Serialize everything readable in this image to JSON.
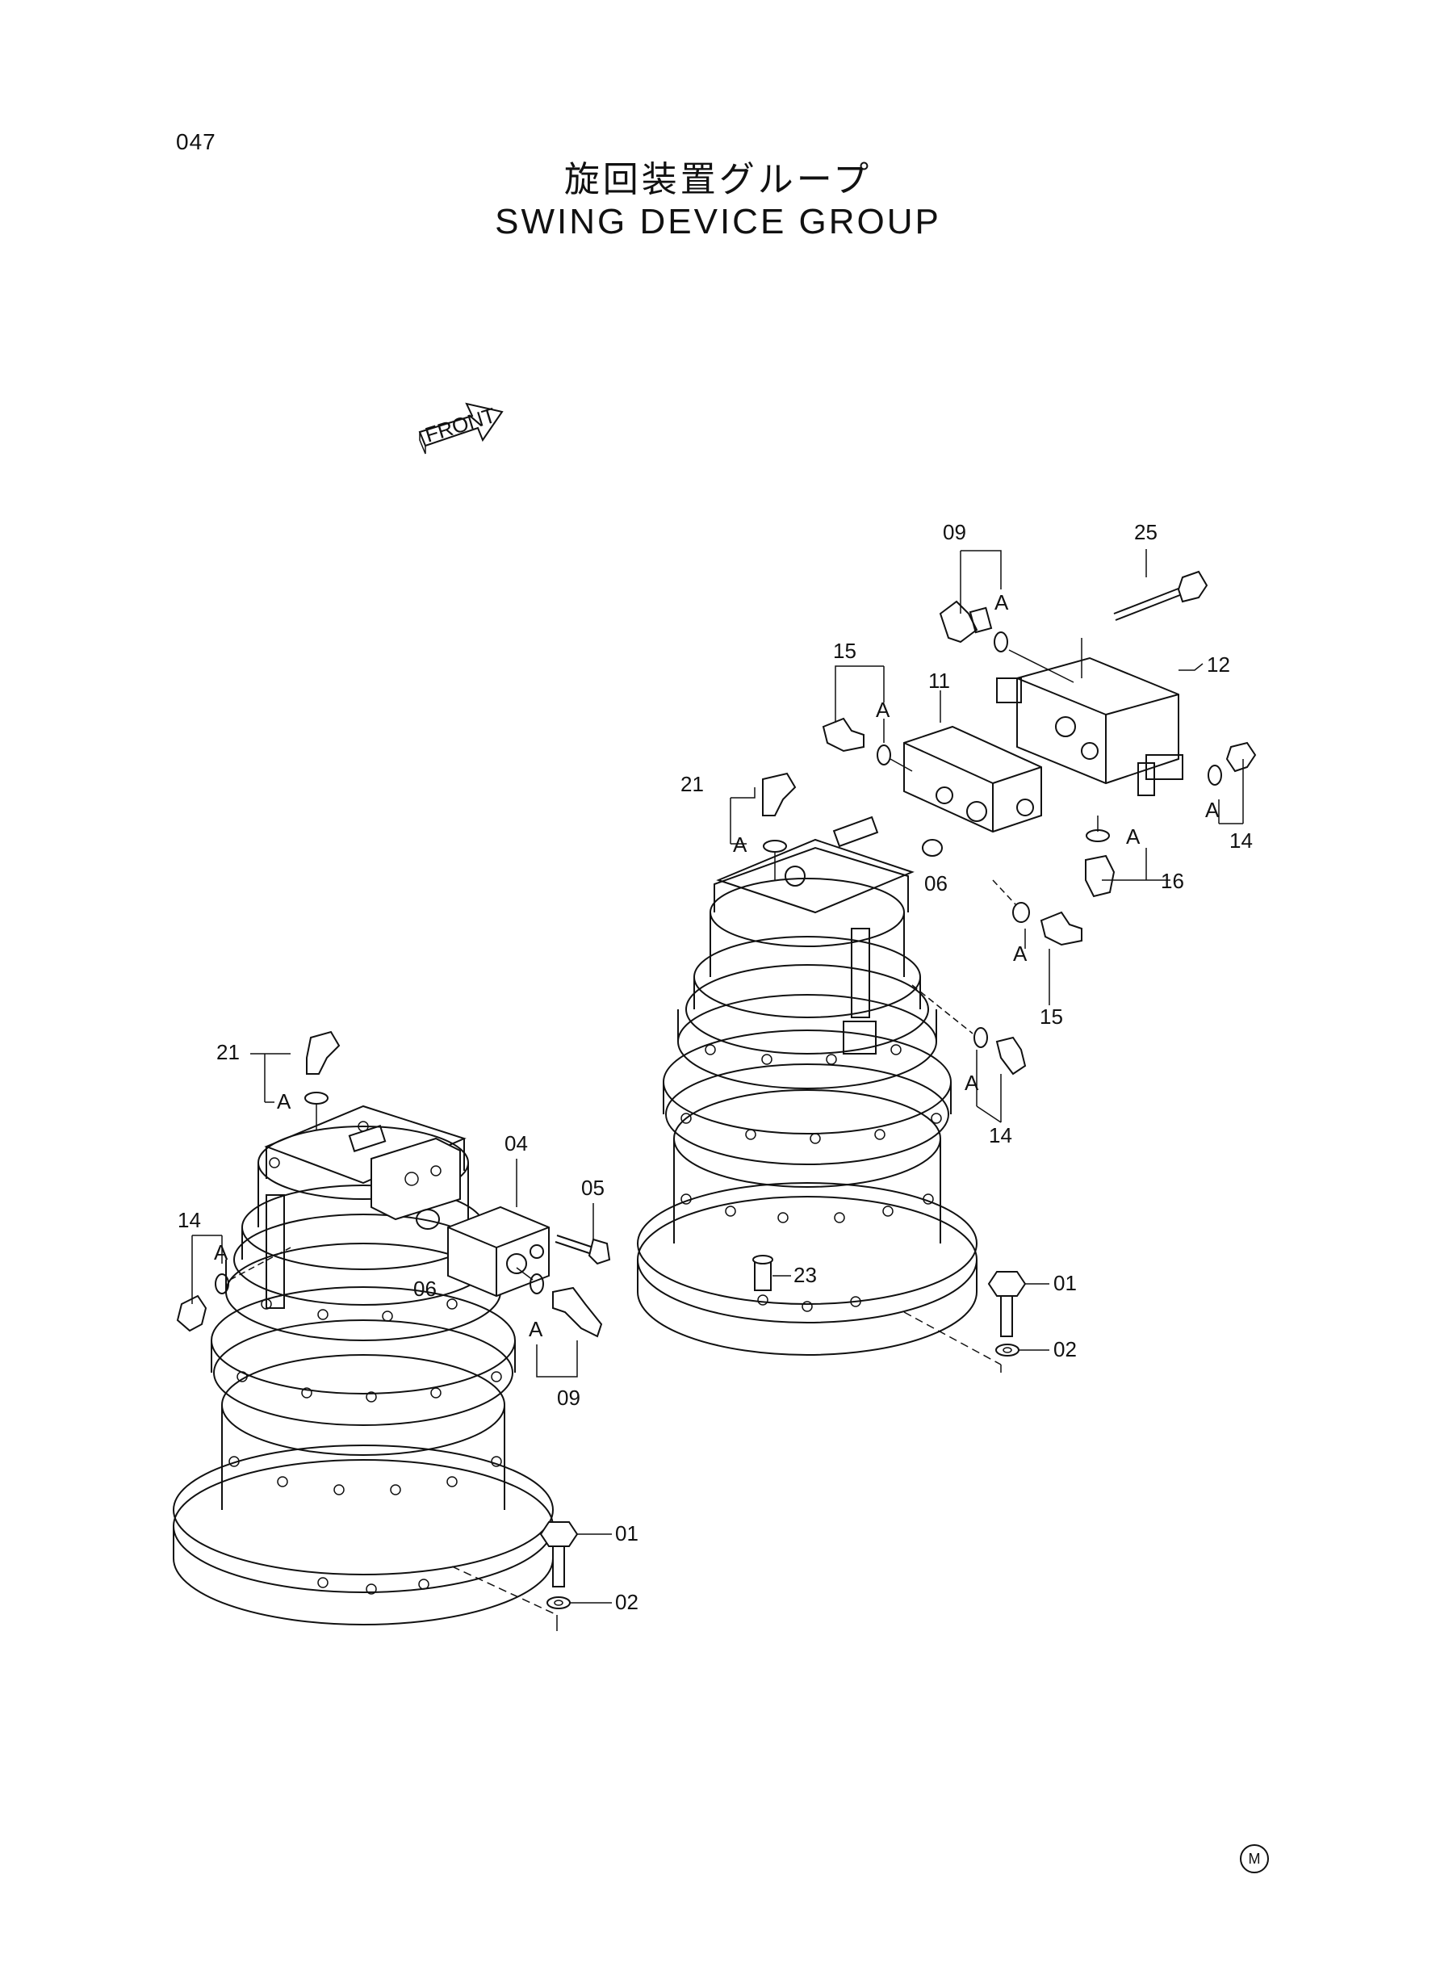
{
  "page_number": "047",
  "title_jp": "旋回装置グループ",
  "title_en": "SWING DEVICE GROUP",
  "front_label": "FRONT",
  "corner_mark": "M",
  "labels": {
    "l09_top": "09",
    "l25": "25",
    "lA_09": "A",
    "l12": "12",
    "l15_top": "15",
    "lA_15": "A",
    "l11": "11",
    "l21_right": "21",
    "lA_21_right": "A",
    "l06_right": "06",
    "lA_16": "A",
    "l16": "16",
    "lA_14_right": "A",
    "l14_right": "14",
    "lA_15_low": "A",
    "l15_low": "15",
    "lA_14_mid": "A",
    "l14_mid": "14",
    "l23": "23",
    "l01_right": "01",
    "l02_right": "02",
    "l21_left": "21",
    "lA_21_left": "A",
    "l04": "04",
    "l05": "05",
    "l14_left": "14",
    "lA_14_left": "A",
    "l06_left": "06",
    "lA_09_low": "A",
    "l09_low": "09",
    "l01_left": "01",
    "l02_left": "02"
  }
}
